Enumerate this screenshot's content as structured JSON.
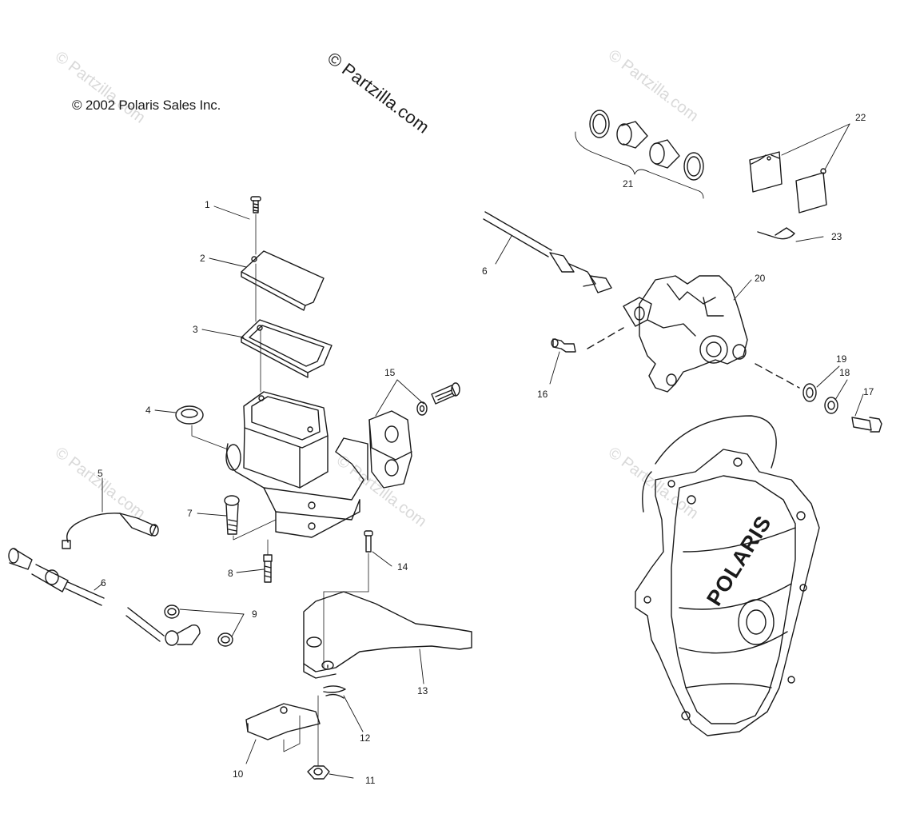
{
  "copyright": "© 2002 Polaris Sales Inc.",
  "watermark": "© Partzilla.com",
  "ghost_watermark": "© Partzilla.com",
  "cover_logo": "POLARIS",
  "callouts": [
    "1",
    "2",
    "3",
    "4",
    "5",
    "6",
    "7",
    "8",
    "9",
    "10",
    "11",
    "12",
    "13",
    "14",
    "15",
    "16",
    "17",
    "18",
    "19",
    "20",
    "21",
    "22",
    "23",
    "6"
  ],
  "colors": {
    "ink": "#1a1a1a",
    "ghost": "#d9d9d9"
  }
}
